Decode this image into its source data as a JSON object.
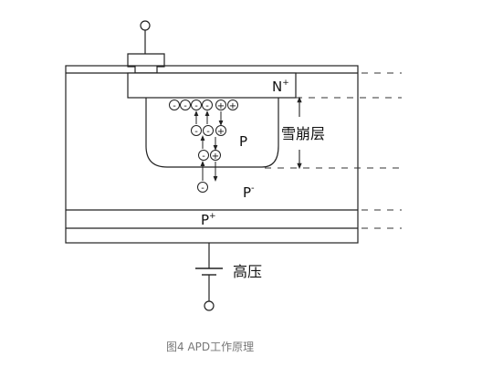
{
  "labels": {
    "n_plus": "N",
    "n_plus_sup": "+",
    "p_region": "P",
    "p_minus": "P",
    "p_minus_sup": "-",
    "p_plus": "P",
    "p_plus_sup": "+",
    "avalanche_layer": "雪崩层",
    "high_voltage": "高压"
  },
  "carriers": {
    "electron": "-",
    "hole": "+"
  },
  "caption": "图4  APD工作原理"
}
